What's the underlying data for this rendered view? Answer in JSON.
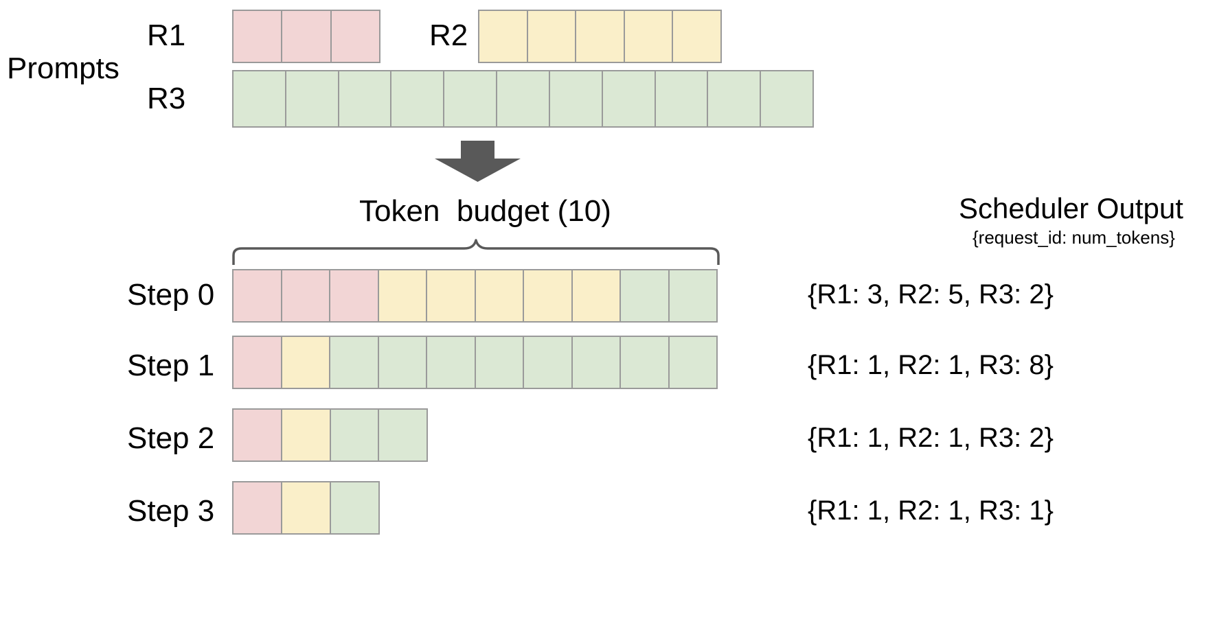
{
  "diagram": {
    "title": "vLLM continuous batching token budget scheduling",
    "colors": {
      "r1": "#f2d5d5",
      "r2": "#faefc9",
      "r3": "#dbe8d4",
      "cell_border": "#9a9a9a",
      "arrow": "#595959",
      "brace": "#595959",
      "text": "#000000",
      "background": "#ffffff"
    }
  },
  "prompts": {
    "section_label": "Prompts",
    "requests": [
      {
        "id": "r1",
        "label": "R1",
        "tokens": 3,
        "color_key": "r1"
      },
      {
        "id": "r2",
        "label": "R2",
        "tokens": 5,
        "color_key": "r2"
      },
      {
        "id": "r3",
        "label": "R3",
        "tokens": 11,
        "color_key": "r3"
      }
    ]
  },
  "flow": {
    "arrow_icon": "down-arrow-icon"
  },
  "budget": {
    "label": "Token  budget (10)",
    "value": 10
  },
  "scheduler_output": {
    "title": "Scheduler Output",
    "subtitle": "{request_id: num_tokens}",
    "rows": [
      "{R1: 3, R2: 5, R3: 2}",
      "{R1: 1, R2: 1, R3: 8}",
      "{R1: 1, R2: 1, R3: 2}",
      "{R1: 1, R2: 1, R3: 1}"
    ]
  },
  "steps": [
    {
      "label": "Step 0",
      "segments": [
        {
          "request": "R1",
          "count": 3,
          "color_key": "r1"
        },
        {
          "request": "R2",
          "count": 5,
          "color_key": "r2"
        },
        {
          "request": "R3",
          "count": 2,
          "color_key": "r3"
        }
      ],
      "total_tokens": 10,
      "output": "{R1: 3, R2: 5, R3: 2}"
    },
    {
      "label": "Step 1",
      "segments": [
        {
          "request": "R1",
          "count": 1,
          "color_key": "r1"
        },
        {
          "request": "R2",
          "count": 1,
          "color_key": "r2"
        },
        {
          "request": "R3",
          "count": 8,
          "color_key": "r3"
        }
      ],
      "total_tokens": 10,
      "output": "{R1: 1, R2: 1, R3: 8}"
    },
    {
      "label": "Step 2",
      "segments": [
        {
          "request": "R1",
          "count": 1,
          "color_key": "r1"
        },
        {
          "request": "R2",
          "count": 1,
          "color_key": "r2"
        },
        {
          "request": "R3",
          "count": 2,
          "color_key": "r3"
        }
      ],
      "total_tokens": 4,
      "output": "{R1: 1, R2: 1, R3: 2}"
    },
    {
      "label": "Step 3",
      "segments": [
        {
          "request": "R1",
          "count": 1,
          "color_key": "r1"
        },
        {
          "request": "R2",
          "count": 1,
          "color_key": "r2"
        },
        {
          "request": "R3",
          "count": 1,
          "color_key": "r3"
        }
      ],
      "total_tokens": 3,
      "output": "{R1: 1, R2: 1, R3: 1}"
    }
  ]
}
